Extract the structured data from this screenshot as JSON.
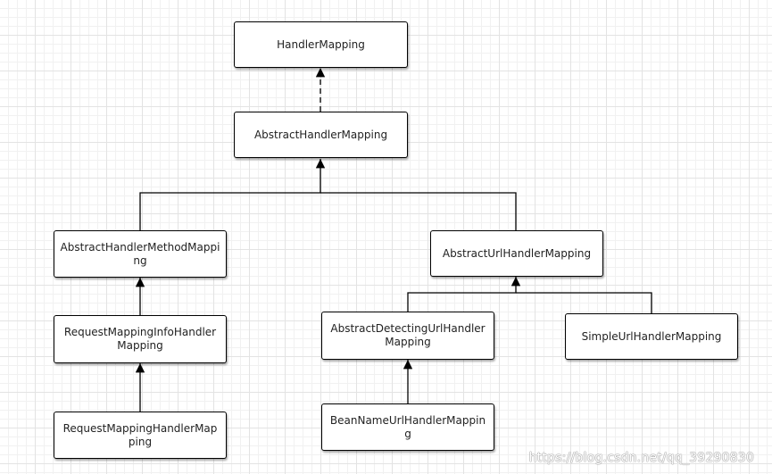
{
  "diagram": {
    "nodes": [
      {
        "id": "handler-mapping",
        "label": "HandlerMapping"
      },
      {
        "id": "abstract-handler-mapping",
        "label": "AbstractHandlerMapping"
      },
      {
        "id": "abstract-handler-method-mapping",
        "label": "AbstractHandlerMethodMapping"
      },
      {
        "id": "abstract-url-handler-mapping",
        "label": "AbstractUrlHandlerMapping"
      },
      {
        "id": "request-mapping-info-handler-mapping",
        "label": "RequestMappingInfoHandlerMapping"
      },
      {
        "id": "abstract-detecting-url-handler-mapping",
        "label": "AbstractDetectingUrlHandlerMapping"
      },
      {
        "id": "simple-url-handler-mapping",
        "label": "SimpleUrlHandlerMapping"
      },
      {
        "id": "request-mapping-handler-mapping",
        "label": "RequestMappingHandlerMapping"
      },
      {
        "id": "bean-name-url-handler-mapping",
        "label": "BeanNameUrlHandlerMapping"
      }
    ],
    "edges": [
      {
        "from": "abstract-handler-mapping",
        "to": "handler-mapping",
        "style": "dashed"
      },
      {
        "from": "abstract-handler-method-mapping",
        "to": "abstract-handler-mapping",
        "style": "solid"
      },
      {
        "from": "abstract-url-handler-mapping",
        "to": "abstract-handler-mapping",
        "style": "solid"
      },
      {
        "from": "request-mapping-info-handler-mapping",
        "to": "abstract-handler-method-mapping",
        "style": "solid"
      },
      {
        "from": "request-mapping-handler-mapping",
        "to": "request-mapping-info-handler-mapping",
        "style": "solid"
      },
      {
        "from": "abstract-detecting-url-handler-mapping",
        "to": "abstract-url-handler-mapping",
        "style": "solid"
      },
      {
        "from": "simple-url-handler-mapping",
        "to": "abstract-url-handler-mapping",
        "style": "solid"
      },
      {
        "from": "bean-name-url-handler-mapping",
        "to": "abstract-detecting-url-handler-mapping",
        "style": "solid"
      }
    ]
  },
  "watermark": "https://blog.csdn.net/qq_39290830"
}
